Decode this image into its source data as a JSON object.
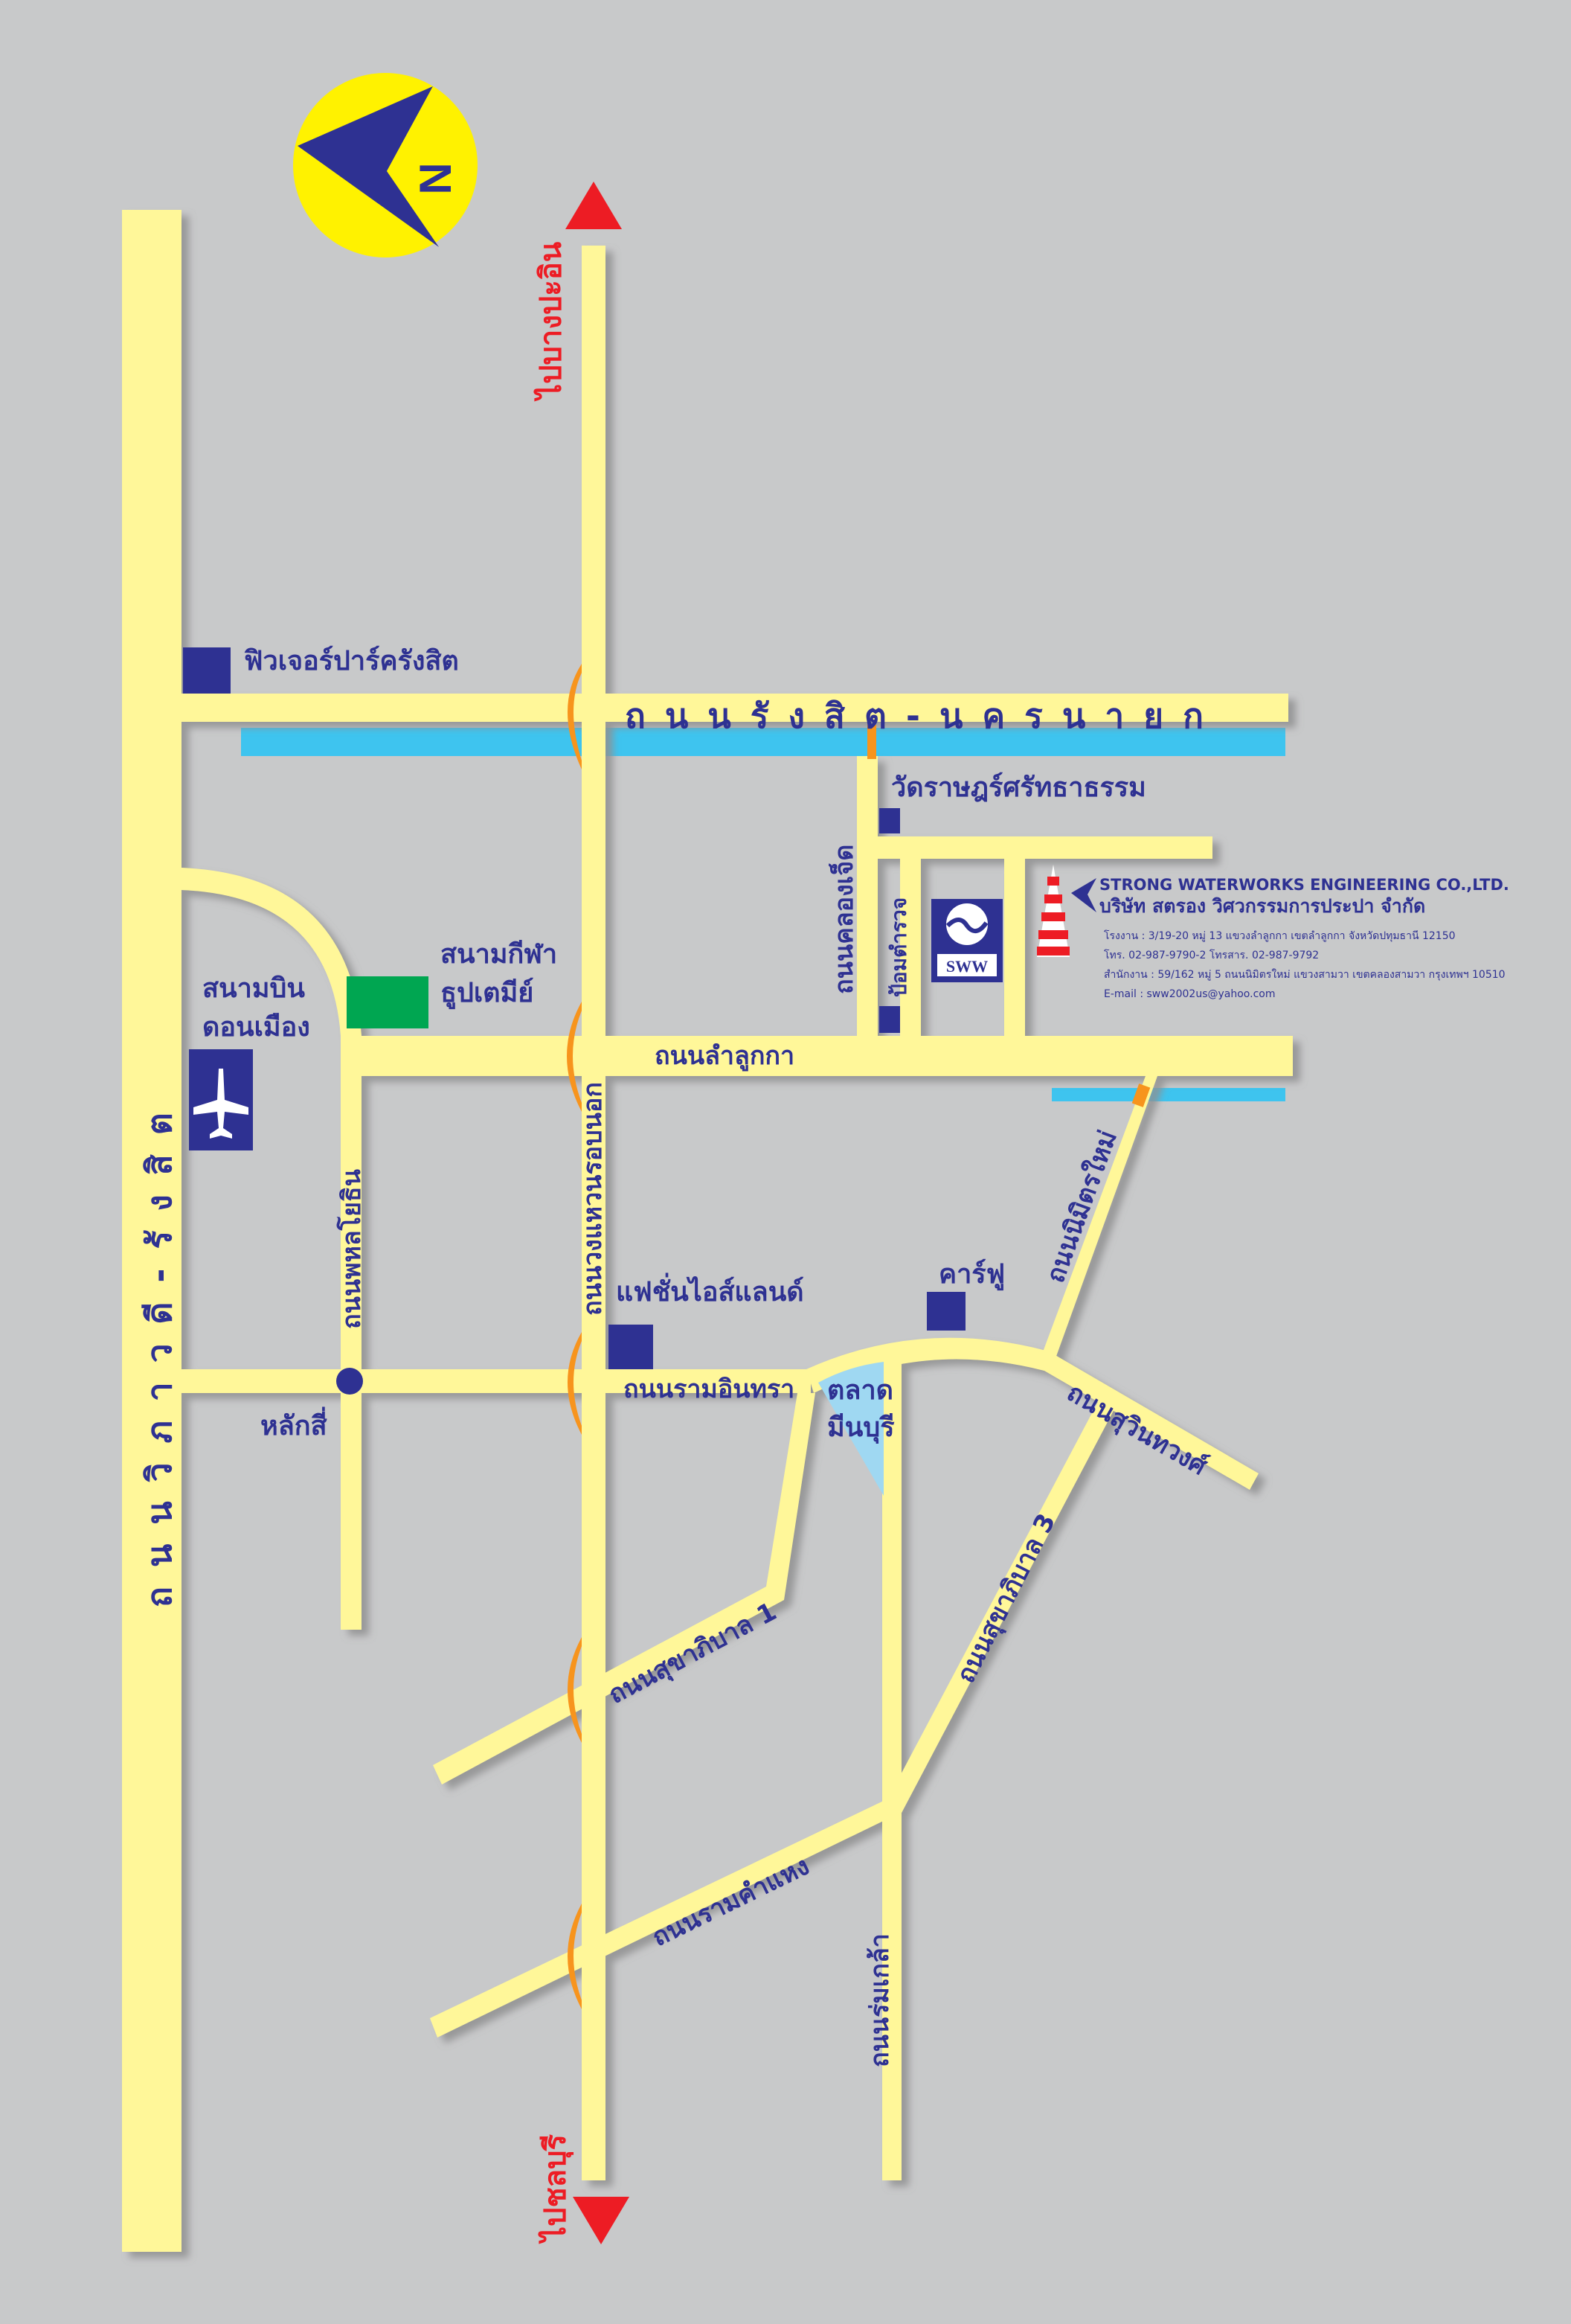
{
  "compass": {
    "letter": "N",
    "colors": {
      "disc": "#fff200",
      "arrow": "#2e3192"
    }
  },
  "colors": {
    "background": "#c8c9ca",
    "road": "#fff799",
    "road_shadow": "#8f9091",
    "canal": "#3ec4ef",
    "overpass": "#f7941d",
    "label": "#2e3192",
    "direction": "#ed1c24",
    "park": "#00a651",
    "market": "#9fd8f2",
    "building": "#2e3192"
  },
  "directions": {
    "north_label": "ไปบางปะอิน",
    "south_label": "ไปชลบุรี",
    "north_arrow_icon": "arrow-up-icon",
    "south_arrow_icon": "arrow-down-icon"
  },
  "roads": {
    "vibhavadi": "ถนนวิภาวดี-รังสิต",
    "rangsit_nakhonnayok": "ถนนรังสิต-นครนายก",
    "lamlukka": "ถนนลำลูกกา",
    "ring_road": "ถนนวงแหวนรอบนอก",
    "phahonyothin": "ถนนพหลโยธิน",
    "ram_intra": "ถนนรามอินทรา",
    "khlong_sed": "ถนนคลองเจ็ด",
    "nimit_mai": "ถนนนิมิตรใหม่",
    "suwinthawong": "ถนนสุวินทวงศ์",
    "sukhaphiban_1": "ถนนสุขาภิบาล 1",
    "sukhaphiban_3": "ถนนสุขาภิบาล 3",
    "ramkhamhaeng": "ถนนรามคำแหง",
    "romklao": "ถนนร่มเกล้า"
  },
  "places": {
    "future_park": "ฟิวเจอร์ปาร์ครังสิต",
    "wat": "วัดราษฎร์ศรัทธาธรรม",
    "stadium_line1": "สนามกีฬา",
    "stadium_line2": "ธูปเตมีย์",
    "airport_line1": "สนามบิน",
    "airport_line2": "ดอนเมือง",
    "airport_icon": "airplane-icon",
    "police_box": "ป้อมตำรวจ",
    "fashion_island": "แฟชั่นไอส์แลนด์",
    "carrefour": "คาร์ฟู",
    "lak_si": "หลักสี่",
    "market_line1": "ตลาด",
    "market_line2": "มีนบุรี"
  },
  "company": {
    "logo_text": "SWW",
    "logo_icon": "sww-logo-icon",
    "tower_icon": "radio-tower-icon",
    "name_en": "STRONG WATERWORKS ENGINEERING CO.,LTD.",
    "name_th": "บริษัท สตรอง วิศวกรรมการประปา จำกัด",
    "factory": "โรงงาน : 3/19-20 หมู่ 13 แขวงลำลูกกา เขตลำลูกกา จังหวัดปทุมธานี 12150",
    "factory_contact": "โทร. 02-987-9790-2 โทรสาร. 02-987-9792",
    "office": "สำนักงาน : 59/162 หมู่ 5 ถนนนิมิตรใหม่ แขวงสามวา เขตคลองสามวา กรุงเทพฯ 10510",
    "email": "E-mail : sww2002us@yahoo.com"
  }
}
